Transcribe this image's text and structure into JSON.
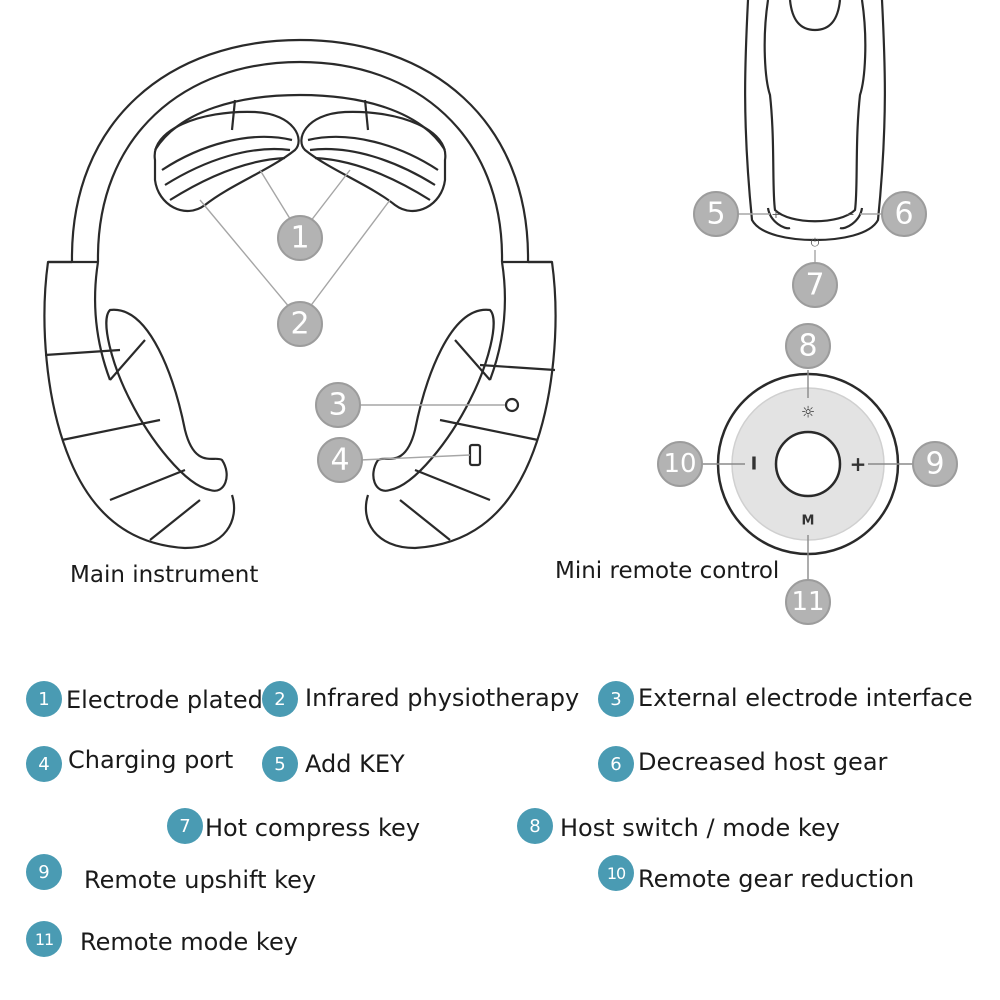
{
  "captions": {
    "main_instrument": "Main instrument",
    "mini_remote": "Mini remote control"
  },
  "callouts": [
    "1",
    "2",
    "3",
    "4",
    "5",
    "6",
    "7",
    "8",
    "9",
    "10",
    "11"
  ],
  "remote_button_labels": {
    "top_icon": "☼",
    "left": "I",
    "right": "+",
    "bottom": "M",
    "host_plus": "+",
    "host_minus": "−",
    "host_power": "⏻"
  },
  "legend": [
    {
      "num": "1",
      "text": "Electrode plated"
    },
    {
      "num": "2",
      "text": "Infrared physiotherapy"
    },
    {
      "num": "3",
      "text": "External electrode interface"
    },
    {
      "num": "4",
      "text": "Charging port"
    },
    {
      "num": "5",
      "text": "Add KEY"
    },
    {
      "num": "6",
      "text": "Decreased host gear"
    },
    {
      "num": "7",
      "text": "Hot compress key"
    },
    {
      "num": "8",
      "text": "Host switch / mode key"
    },
    {
      "num": "9",
      "text": "Remote upshift key"
    },
    {
      "num": "10",
      "text": "Remote gear reduction"
    },
    {
      "num": "11",
      "text": "Remote mode key"
    }
  ],
  "colors": {
    "badge": "#4a9bb3",
    "callout_gray": "#b3b3b3",
    "outline": "#2a2a2a"
  }
}
